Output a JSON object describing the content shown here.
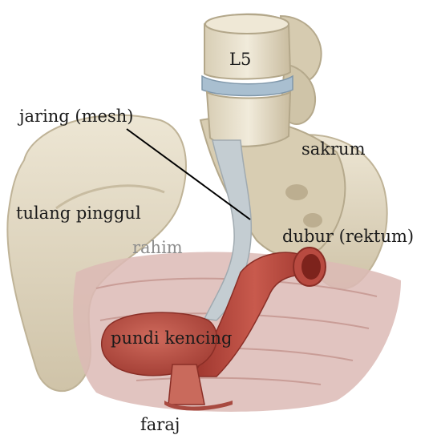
{
  "labels": {
    "l5": "L5",
    "mesh": "jaring (mesh)",
    "sacrum": "sakrum",
    "hip_bone": "tulang pinggul",
    "uterus": "rahim",
    "rectum": "dubur (rektum)",
    "bladder": "pundi kencing",
    "vagina": "faraj"
  },
  "colors": {
    "bone": "#e4dcc8",
    "bone_shadow": "#b9ad92",
    "disc": "#a9bfd0",
    "mesh": "#c4cdd2",
    "muscle": "#d9b3b0",
    "rectum": "#b84a40",
    "bladder": "#b5483e",
    "leader_line": "#000000"
  }
}
